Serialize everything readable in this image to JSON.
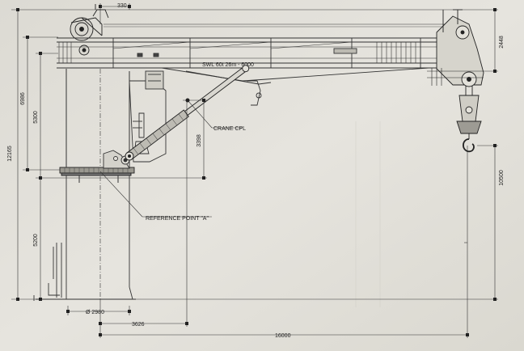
{
  "dimensions": {
    "top_offset": "330",
    "right_top": "2448",
    "overall_height": "12165",
    "upper_height": "6986",
    "upper_inner": "5300",
    "cylinder_height": "3398",
    "pedestal_height": "5200",
    "hook_height": "10500",
    "pedestal_diameter": "Ø 2980",
    "pivot_offset": "3626",
    "outreach": "16000"
  },
  "labels": {
    "crane_cpl": "CRANE CPL",
    "reference_point": "REFERENCE POINT \"A\""
  },
  "boom_plate": "SWL 60t 26m - 6000"
}
